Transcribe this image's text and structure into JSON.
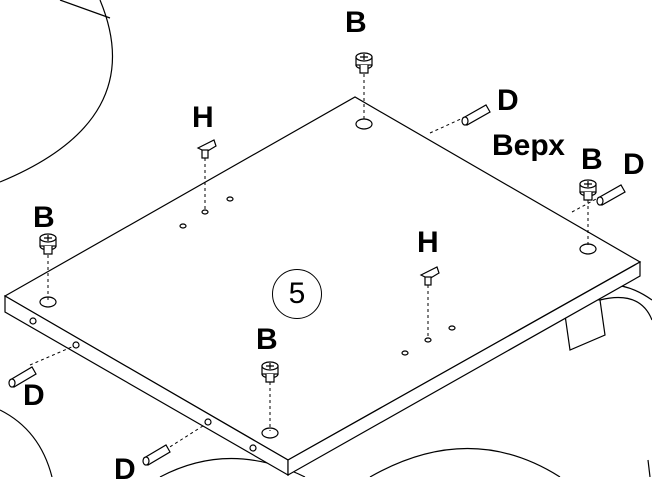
{
  "diagram": {
    "step_number": "5",
    "side_label": "Верх",
    "labels": {
      "cam_lock": "B",
      "shelf_support": "H",
      "dowel": "D"
    }
  }
}
